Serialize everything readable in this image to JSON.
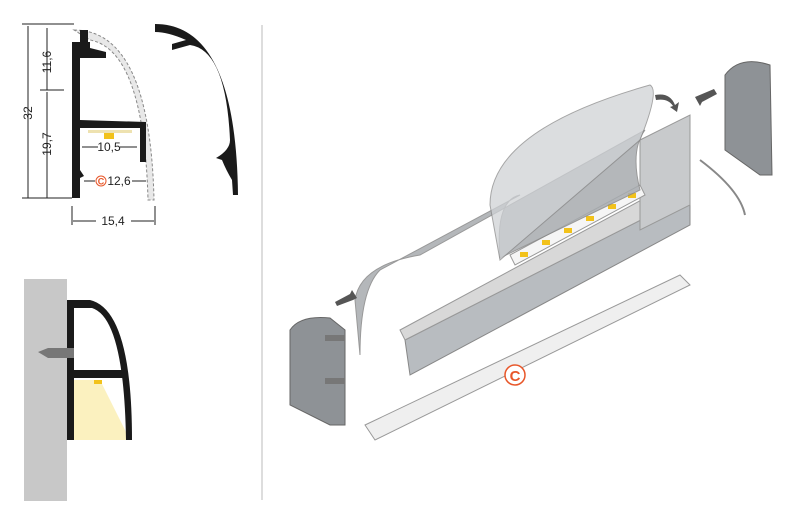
{
  "dimensions": {
    "upper_height": "11,6",
    "total_height": "32",
    "lower_height": "19,7",
    "led_width": "10,5",
    "cover_width": "12,6",
    "total_width": "15,4"
  },
  "cover_marker": "C",
  "colors": {
    "profile": "#1a1a1a",
    "cover": "#e8e8e8",
    "accent": "#e8572a",
    "wall": "#c8c8c8",
    "divider": "#bbbbbb",
    "led": "#f2c21b"
  }
}
